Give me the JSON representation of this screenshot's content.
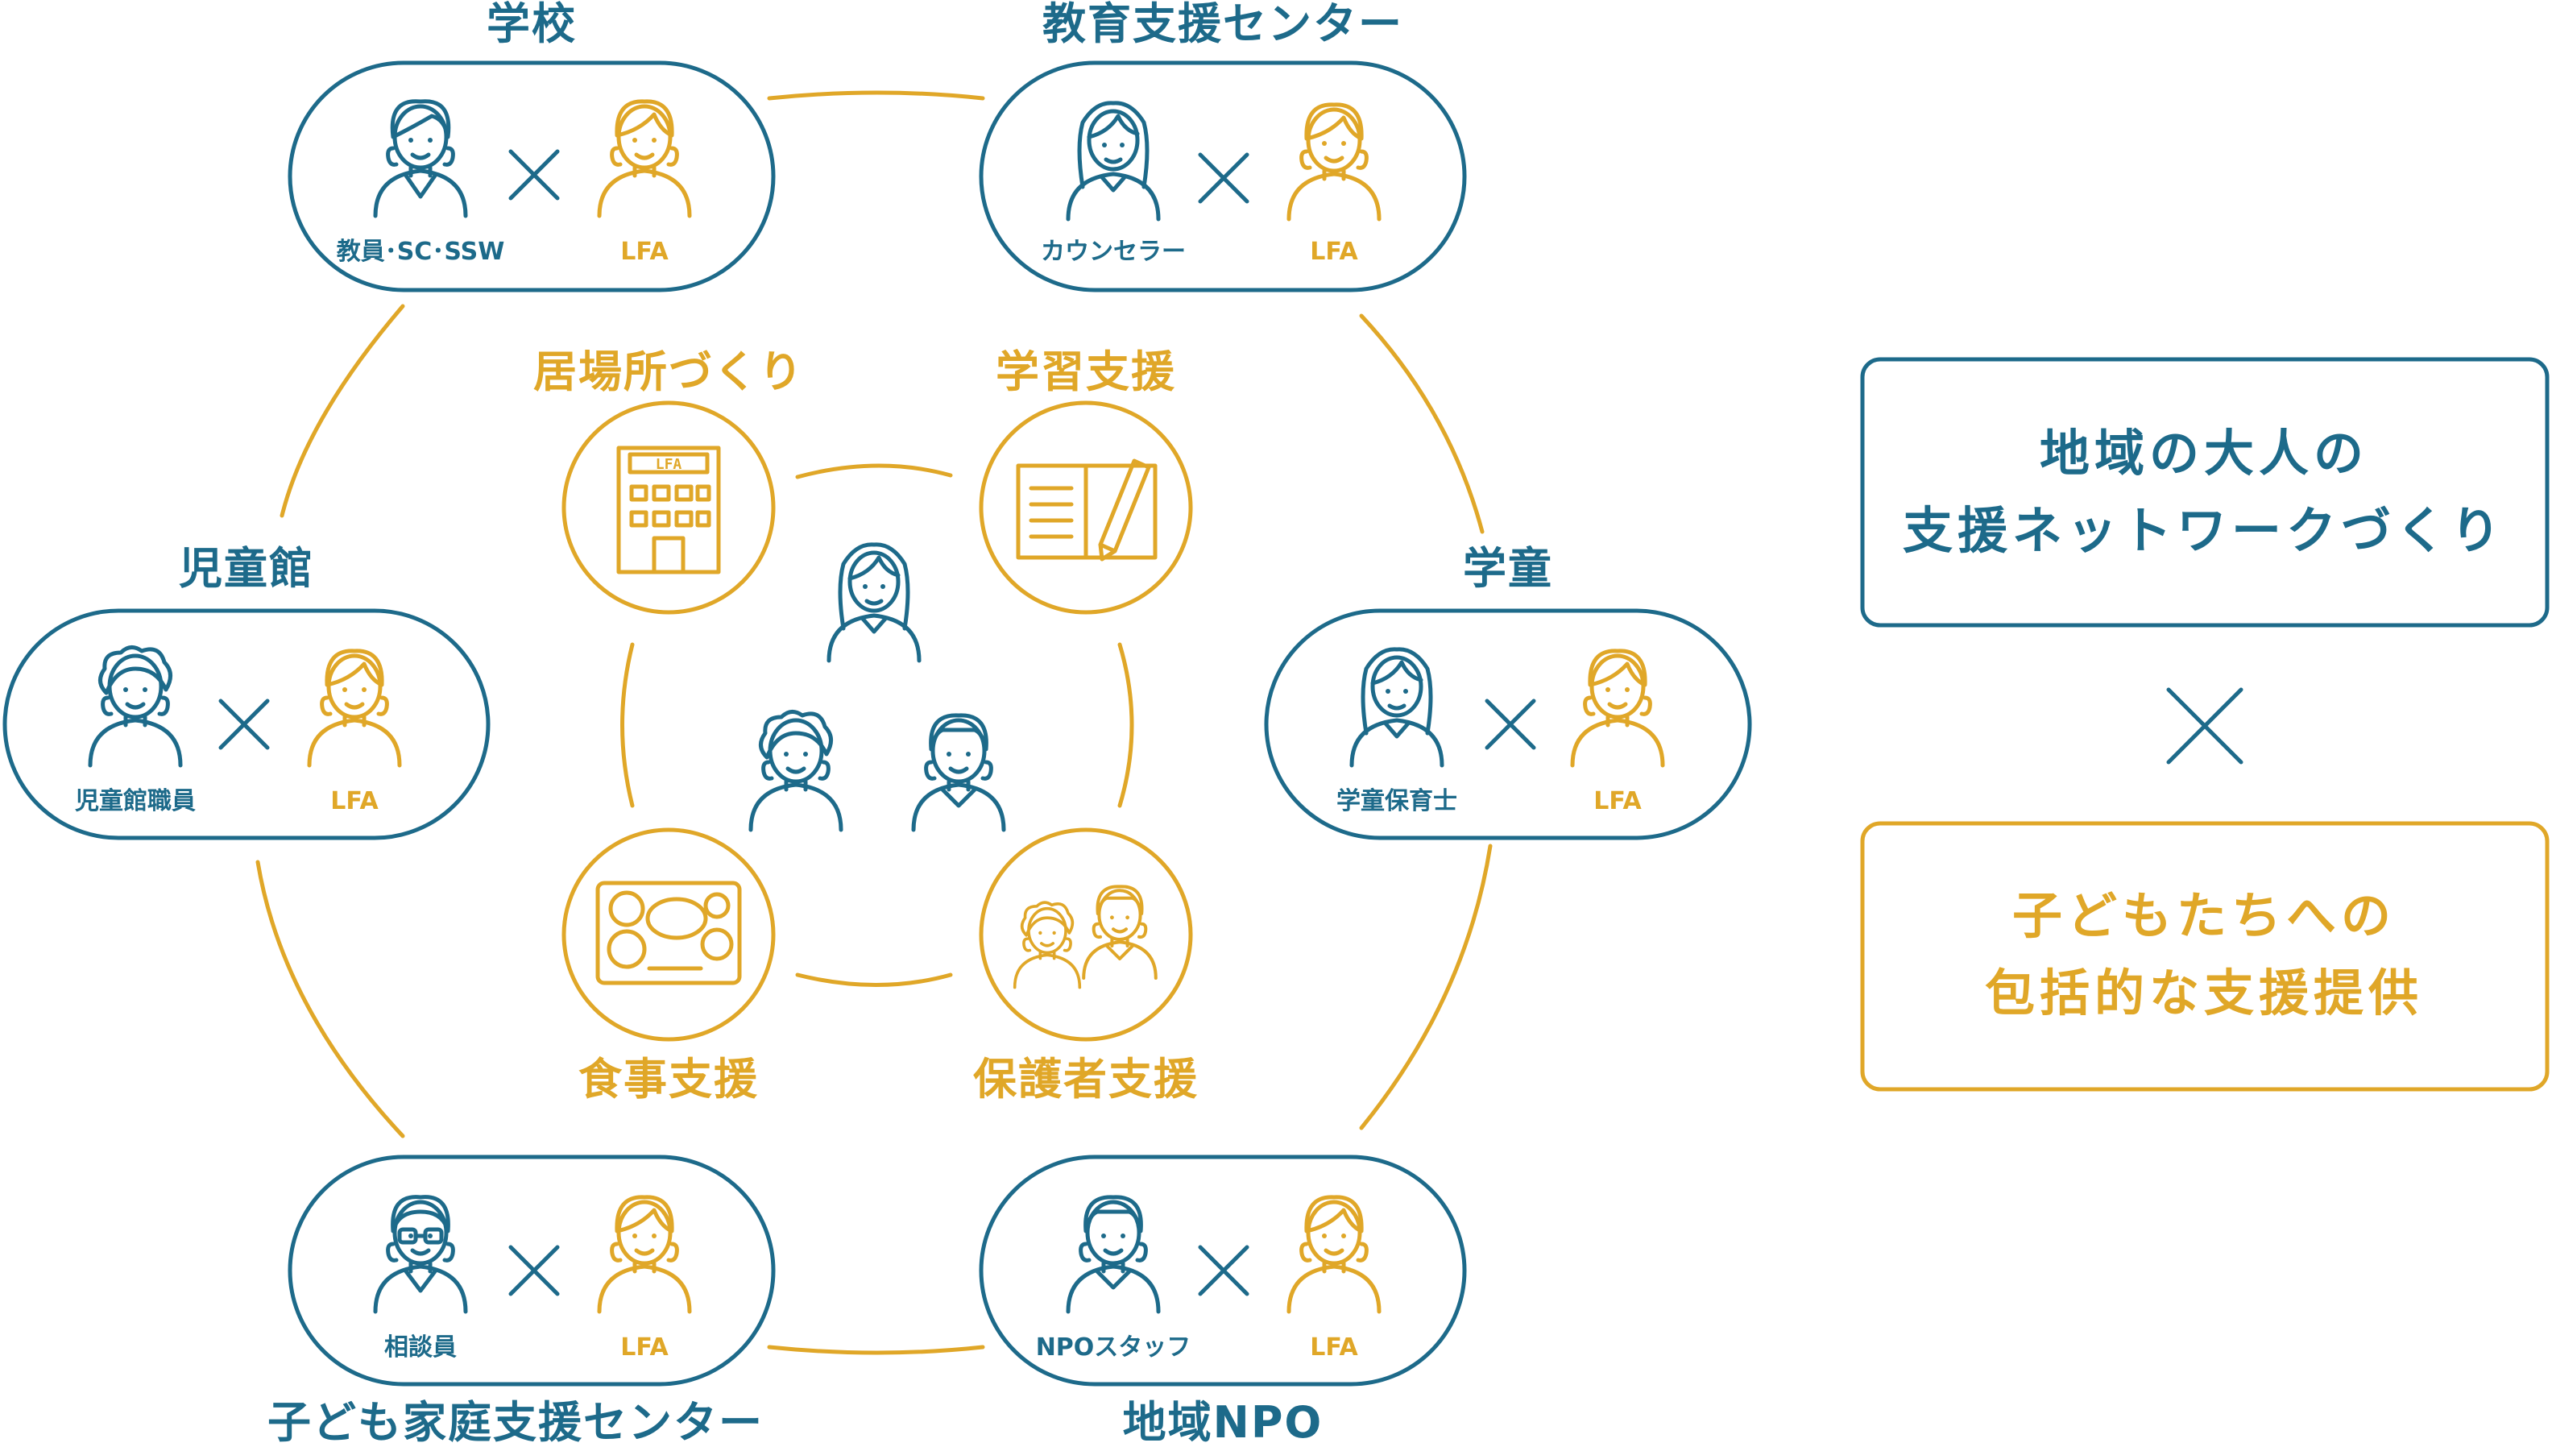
{
  "colors": {
    "partner": "#1d6a8a",
    "lfa": "#e0a728",
    "background": "#ffffff"
  },
  "partners": [
    {
      "id": "school",
      "title": "学校",
      "role": "教員･SC･SSW",
      "lfa": "LFA",
      "icon": "teacher-icon"
    },
    {
      "id": "edu-center",
      "title": "教育支援センター",
      "role": "カウンセラー",
      "lfa": "LFA",
      "icon": "counselor-icon"
    },
    {
      "id": "gakudo",
      "title": "学童",
      "role": "学童保育士",
      "lfa": "LFA",
      "icon": "nursery-teacher-icon"
    },
    {
      "id": "npo",
      "title": "地域NPO",
      "role": "NPOスタッフ",
      "lfa": "LFA",
      "icon": "npo-staff-icon"
    },
    {
      "id": "family-center",
      "title": "子ども家庭支援センター",
      "role": "相談員",
      "lfa": "LFA",
      "icon": "consultant-icon"
    },
    {
      "id": "jidokan",
      "title": "児童館",
      "role": "児童館職員",
      "lfa": "LFA",
      "icon": "jidokan-staff-icon"
    }
  ],
  "supports": [
    {
      "id": "ibasho",
      "label": "居場所づくり",
      "icon": "building-icon",
      "sign": "LFA"
    },
    {
      "id": "learning",
      "label": "学習支援",
      "icon": "notebook-icon"
    },
    {
      "id": "meal",
      "label": "食事支援",
      "icon": "meal-tray-icon"
    },
    {
      "id": "guardian",
      "label": "保護者支援",
      "icon": "parents-icon"
    }
  ],
  "summary": {
    "top_box": {
      "line1": "地域の大人の",
      "line2": "支援ネットワークづくり"
    },
    "bottom_box": {
      "line1": "子どもたちへの",
      "line2": "包括的な支援提供"
    }
  }
}
